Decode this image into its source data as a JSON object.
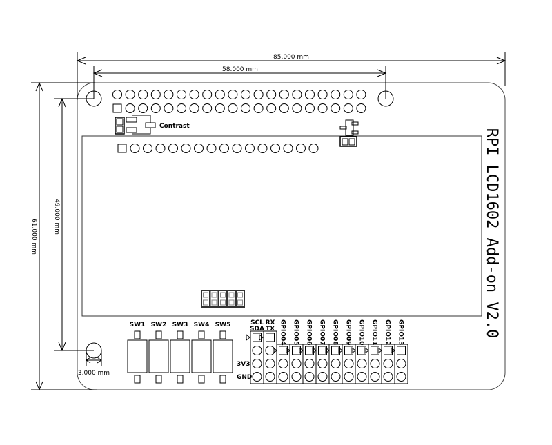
{
  "dimensions": {
    "width_85": "85.000 mm",
    "width_58": "58.000 mm",
    "height_61": "61.000 mm",
    "height_49": "49.000 mm",
    "hole_dia": "3.000 mm"
  },
  "board": {
    "title": "RPI LCD1602 Add-on V2.0",
    "contrast_label": "Contrast",
    "gpio_header_pins": 20,
    "lcd_pins": 16,
    "switches": [
      "SW1",
      "SW2",
      "SW3",
      "SW4",
      "SW5"
    ],
    "header_columns": [
      {
        "top": "SCL",
        "bottom": "SDA"
      },
      {
        "top": "RX",
        "bottom": "TX"
      }
    ],
    "gpio_columns": [
      "GPIO04",
      "GPIO05",
      "GPIO06",
      "GPIO07",
      "GPIO08",
      "GPIO09",
      "GPIO10",
      "GPIO11",
      "GPIO12",
      "GPIO13"
    ],
    "row_labels": {
      "v33": "3V3",
      "gnd": "GND"
    }
  }
}
